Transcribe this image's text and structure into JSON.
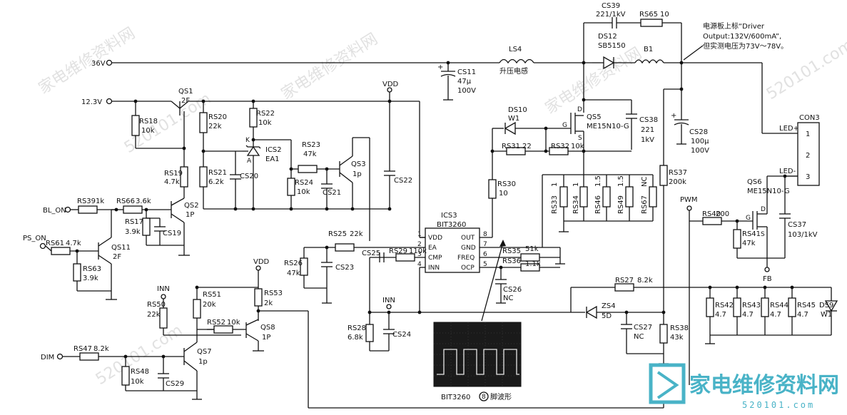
{
  "nets": {
    "v36": "36V",
    "v12": "12.3V",
    "bl_on": "BL_ON",
    "ps_on": "PS_ON",
    "dim": "DIM",
    "vdd_top": "VDD",
    "vdd_bottom": "VDD",
    "inn_left": "INN",
    "inn_mid": "INN",
    "pwm": "PWM",
    "fb": "FB",
    "led_plus": "LED+",
    "led_minus": "LED-"
  },
  "note": {
    "line1": "电源板上标“Driver",
    "line2": "Output:132V/600mA”,",
    "line3": "但实测电压为73V～78V。"
  },
  "parts": {
    "cs39": {
      "ref": "CS39",
      "val": "221/1kV"
    },
    "rs65": {
      "ref": "RS65",
      "val": "10"
    },
    "ds12": {
      "ref": "DS12",
      "val": "SB5150"
    },
    "b1": {
      "ref": "B1",
      "val": ""
    },
    "ls4": {
      "ref": "LS4",
      "val": "升压电感"
    },
    "cs11": {
      "ref": "CS11",
      "val": "47μ",
      "val2": "100V"
    },
    "qs1": {
      "ref": "QS1",
      "val": "2F"
    },
    "rs18": {
      "ref": "RS18",
      "val": "10k"
    },
    "rs20": {
      "ref": "RS20",
      "val": "22k"
    },
    "rs22": {
      "ref": "RS22",
      "val": "10k"
    },
    "ics2": {
      "ref": "ICS2",
      "val": "EA1"
    },
    "rs23": {
      "ref": "RS23",
      "val": "47k"
    },
    "qs3": {
      "ref": "QS3",
      "val": "1p"
    },
    "rs19": {
      "ref": "RS19",
      "val": "4.7k"
    },
    "rs21": {
      "ref": "RS21",
      "val": "6.2k"
    },
    "cs20": {
      "ref": "CS20",
      "val": ""
    },
    "rs24": {
      "ref": "RS24",
      "val": "10k"
    },
    "cs21": {
      "ref": "CS21",
      "val": ""
    },
    "cs22": {
      "ref": "CS22",
      "val": ""
    },
    "rs39": {
      "ref": "RS39",
      "val": "1k"
    },
    "rs66": {
      "ref": "RS66",
      "val": "3.6k"
    },
    "qs2": {
      "ref": "QS2",
      "val": "1P"
    },
    "rs17": {
      "ref": "RS17",
      "val": "3.9k"
    },
    "cs19": {
      "ref": "CS19",
      "val": ""
    },
    "rs61": {
      "ref": "RS61",
      "val": "4.7k"
    },
    "qs11": {
      "ref": "QS11",
      "val": "2F"
    },
    "rs63": {
      "ref": "RS63",
      "val": "3.9k"
    },
    "ds10": {
      "ref": "DS10",
      "val": "W1"
    },
    "qs5": {
      "ref": "QS5",
      "val": "ME15N10-G"
    },
    "cs38": {
      "ref": "CS38",
      "val": "221",
      "val2": "1kV"
    },
    "rs31": {
      "ref": "RS31",
      "val": "22"
    },
    "rs32": {
      "ref": "RS32",
      "val": "10k"
    },
    "cs28": {
      "ref": "CS28",
      "val": "100μ",
      "val2": "100V"
    },
    "rs30": {
      "ref": "RS30",
      "val": "10"
    },
    "rs33": {
      "ref": "RS33",
      "val": "1"
    },
    "rs34": {
      "ref": "RS34",
      "val": "1"
    },
    "rs46": {
      "ref": "RS46",
      "val": "1.5"
    },
    "rs49": {
      "ref": "RS49",
      "val": "1.5"
    },
    "rs67": {
      "ref": "RS67",
      "val": "NC"
    },
    "rs37": {
      "ref": "RS37",
      "val": "200k"
    },
    "con3": {
      "ref": "CON3",
      "pins": [
        "1",
        "2",
        "3"
      ]
    },
    "qs6": {
      "ref": "QS6",
      "val": "ME15N10-G"
    },
    "rs40": {
      "ref": "RS40",
      "val": "200"
    },
    "rs41": {
      "ref": "RS41",
      "val": "47k"
    },
    "cs37": {
      "ref": "CS37",
      "val": "103/1kV"
    },
    "ics3": {
      "ref": "ICS3",
      "val": "BIT3260",
      "pins_left": [
        "VDD",
        "EA",
        "CMP",
        "INN"
      ],
      "pins_right": [
        "OUT",
        "GND",
        "FREQ",
        "OCP"
      ],
      "pin_left_nums": [
        "1",
        "2",
        "3",
        "4"
      ],
      "pin_right_nums": [
        "8",
        "7",
        "6",
        "5"
      ]
    },
    "rs25": {
      "ref": "RS25",
      "val": "22k"
    },
    "cs25": {
      "ref": "CS25",
      "val": ""
    },
    "rs29": {
      "ref": "RS29",
      "val": "110k"
    },
    "rs35": {
      "ref": "RS35",
      "val": "51k"
    },
    "rs36": {
      "ref": "RS36",
      "val": "1.1k"
    },
    "rs26": {
      "ref": "RS26",
      "val": "47k"
    },
    "cs23": {
      "ref": "CS23",
      "val": ""
    },
    "cs26": {
      "ref": "CS26",
      "val": "NC"
    },
    "rs27": {
      "ref": "RS27",
      "val": "8.2k"
    },
    "rs42": {
      "ref": "RS42",
      "val": "4.7"
    },
    "rs43": {
      "ref": "RS43",
      "val": "4.7"
    },
    "rs44": {
      "ref": "RS44",
      "val": "4.7"
    },
    "rs45": {
      "ref": "RS45",
      "val": "4.7"
    },
    "ds9": {
      "ref": "DS9",
      "val": "W1"
    },
    "zs4": {
      "ref": "ZS4",
      "val": "5D"
    },
    "cs27": {
      "ref": "CS27",
      "val": "NC"
    },
    "rs38": {
      "ref": "RS38",
      "val": "43k"
    },
    "rs28": {
      "ref": "RS28",
      "val": "6.8k"
    },
    "cs24": {
      "ref": "CS24",
      "val": ""
    },
    "rs51": {
      "ref": "RS51",
      "val": "20k"
    },
    "rs53": {
      "ref": "RS53",
      "val": "2k"
    },
    "rs50": {
      "ref": "RS50",
      "val": "22k"
    },
    "rs52": {
      "ref": "RS52",
      "val": "10k"
    },
    "qs8": {
      "ref": "QS8",
      "val": "1P"
    },
    "rs47": {
      "ref": "RS47",
      "val": "8.2k"
    },
    "qs7": {
      "ref": "QS7",
      "val": "1p"
    },
    "rs48": {
      "ref": "RS48",
      "val": "10k"
    },
    "cs29": {
      "ref": "CS29",
      "val": ""
    }
  },
  "scope": {
    "caption_prefix": "BIT3260",
    "caption_pin": "8",
    "caption_suffix": "脚波形"
  },
  "watermarks": [
    "家电维修资料网",
    "520101.com",
    "家电维修资料网",
    "520101.com",
    "家电维修资料网",
    "520101.com"
  ],
  "logo": {
    "text": "家电维修资料网",
    "url": "520101.com",
    "color": "#49b3c7"
  }
}
